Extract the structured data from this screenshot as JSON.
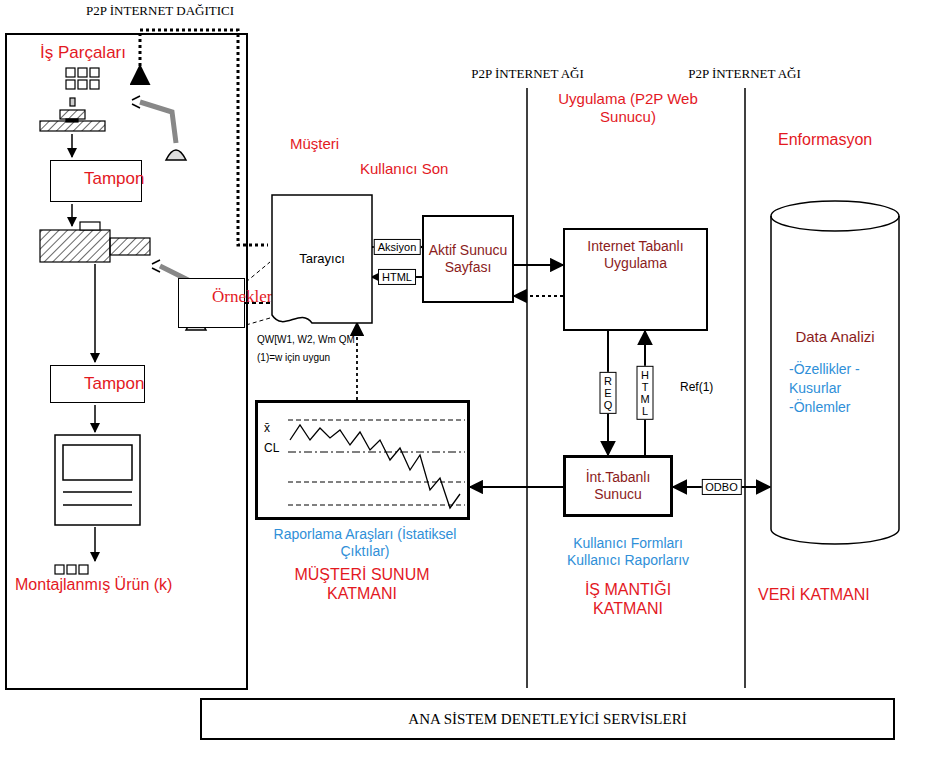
{
  "diagram": {
    "nodes": [
      {
        "text": [
          "İş Parçaları",
          "Montajlanmış Ürün (k)"
        ]
      },
      {
        "text": [
          "Tampon"
        ],
        "in": 0
      },
      {
        "text": [
          "Tampon"
        ],
        "in": 0
      },
      {
        "text": [
          "Örnekler",
          "QW,QM"
        ],
        "in": 0
      },
      {
        "text": [
          "Tarayıcı"
        ]
      },
      {
        "text": [
          "Aktif Sunucu Sayfası"
        ]
      },
      {
        "text": [
          "Internet Tabanlı Uygulama"
        ]
      },
      {
        "text": [
          "x̄",
          "CL"
        ]
      },
      {
        "text": [
          "İnt.Tabanlı Sunucu"
        ]
      },
      {
        "text": [
          "Data Analizi",
          "-Özellikler -Kusurlar -Önlemler"
        ]
      },
      {
        "text": [
          "ANA SİSTEM DENETLEYİCİ SERVİSLERİ"
        ]
      }
    ],
    "edges": [
      {
        "from": 3,
        "to": 4,
        "arrow": "none"
      },
      {
        "from": 4,
        "to": 5,
        "label": "Aksiyon",
        "arrow": "to"
      },
      {
        "from": 5,
        "to": 4,
        "label": "HTML",
        "arrow": "to"
      },
      {
        "from": 5,
        "to": 6,
        "arrow": "to"
      },
      {
        "from": 6,
        "to": 5,
        "arrow": "to"
      },
      {
        "from": 6,
        "to": 8,
        "label": "REQ",
        "arrow": "to"
      },
      {
        "from": 8,
        "to": 6,
        "label": "HTML",
        "arrow": "to"
      },
      {
        "from": 8,
        "to": 9,
        "label": "ODBO",
        "arrow": "both"
      },
      {
        "from": 8,
        "to": 7,
        "arrow": "to"
      },
      {
        "from": 7,
        "to": 4,
        "arrow": "to"
      }
    ],
    "labels": [
      "P2P İNTERNET DAĞITICI",
      "Müşteri",
      "Kullanıcı Son",
      "P2P İNTERNET AĞI",
      "P2P İNTERNET AĞI",
      "Uygulama (P2P Web Sunucu)",
      "Enformasyon",
      "QW[W1, W2, Wm QM",
      "(1)=w için uygun",
      "Ref(1)",
      "Raporlama Araşları (İstatiksel Çıktılar)",
      "MÜŞTERİ SUNUM KATMANI",
      "Kullanıcı Formları Kullanıcı Raporlarıv",
      "İŞ MANTIĞI KATMANI",
      "VERİ KATMANI"
    ]
  }
}
